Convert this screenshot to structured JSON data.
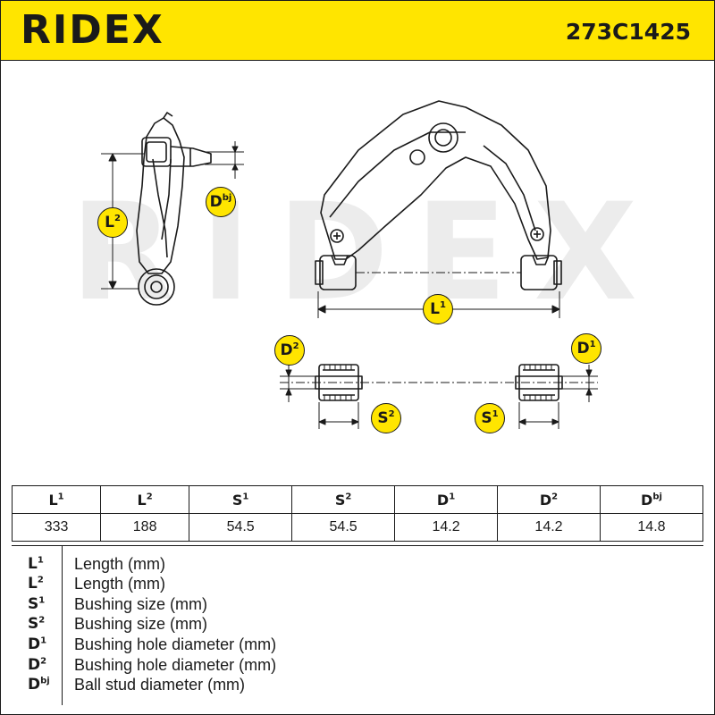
{
  "header": {
    "brand": "RIDEX",
    "part_number": "273C1425"
  },
  "watermark": "RIDEX",
  "tags": {
    "L1": [
      "L",
      "1"
    ],
    "L2": [
      "L",
      "2"
    ],
    "S1": [
      "S",
      "1"
    ],
    "S2": [
      "S",
      "2"
    ],
    "D1": [
      "D",
      "1"
    ],
    "D2": [
      "D",
      "2"
    ],
    "Dbj": [
      "D",
      "bj"
    ]
  },
  "table": {
    "headers": [
      [
        "L",
        "1"
      ],
      [
        "L",
        "2"
      ],
      [
        "S",
        "1"
      ],
      [
        "S",
        "2"
      ],
      [
        "D",
        "1"
      ],
      [
        "D",
        "2"
      ],
      [
        "D",
        "bj"
      ]
    ],
    "values": [
      "333",
      "188",
      "54.5",
      "54.5",
      "14.2",
      "14.2",
      "14.8"
    ]
  },
  "legend": [
    {
      "sym": "L",
      "sup": "1",
      "desc": "Length (mm)"
    },
    {
      "sym": "L",
      "sup": "2",
      "desc": "Length (mm)"
    },
    {
      "sym": "S",
      "sup": "1",
      "desc": "Bushing size (mm)"
    },
    {
      "sym": "S",
      "sup": "2",
      "desc": "Bushing size (mm)"
    },
    {
      "sym": "D",
      "sup": "1",
      "desc": "Bushing hole diameter (mm)"
    },
    {
      "sym": "D",
      "sup": "2",
      "desc": "Bushing hole diameter (mm)"
    },
    {
      "sym": "D",
      "sup": "bj",
      "desc": "Ball stud diameter (mm)"
    }
  ],
  "colors": {
    "accent": "#ffe500",
    "ink": "#1a1a1a",
    "watermark": "#ececec"
  }
}
